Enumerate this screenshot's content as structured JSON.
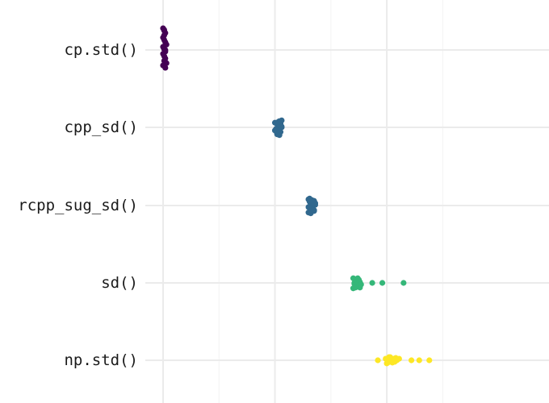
{
  "chart_data": {
    "type": "scatter",
    "categories": [
      "cp.std()",
      "cpp_sd()",
      "rcpp_sug_sd()",
      "sd()",
      "np.std()"
    ],
    "xlim": [
      0,
      3.45
    ],
    "grid": true,
    "legend": "none",
    "series": [
      {
        "category": "cp.std()",
        "color": "#440154",
        "x": [
          0.0,
          0.01,
          0.02,
          0.01,
          0.0,
          0.01,
          0.02,
          0.03,
          0.0,
          0.01,
          0.02,
          0.0,
          0.01,
          0.02,
          0.01,
          0.03,
          0.0,
          0.02,
          0.01,
          0.02
        ],
        "jitter": [
          -0.28,
          -0.25,
          -0.22,
          -0.19,
          -0.16,
          -0.13,
          -0.1,
          -0.07,
          -0.04,
          -0.01,
          0.02,
          0.05,
          0.08,
          0.11,
          0.14,
          0.17,
          0.2,
          0.23,
          -0.26,
          0.0
        ]
      },
      {
        "category": "cpp_sd()",
        "color": "#31688e",
        "x": [
          1.0,
          1.02,
          1.04,
          1.05,
          1.06,
          1.03,
          1.01,
          1.04,
          1.05,
          1.02,
          1.03,
          1.06,
          1.0,
          1.04,
          1.02,
          1.05,
          1.03,
          1.01,
          1.04,
          1.06
        ],
        "jitter": [
          -0.06,
          -0.04,
          -0.08,
          -0.02,
          0.0,
          0.03,
          0.05,
          0.07,
          -0.05,
          0.09,
          0.01,
          -0.09,
          0.04,
          -0.03,
          0.08,
          0.06,
          -0.07,
          0.02,
          0.1,
          -0.01
        ]
      },
      {
        "category": "rcpp_sug_sd()",
        "color": "#31688e",
        "x": [
          1.3,
          1.31,
          1.32,
          1.33,
          1.34,
          1.35,
          1.36,
          1.3,
          1.31,
          1.33,
          1.35,
          1.34,
          1.32,
          1.36,
          1.31,
          1.33,
          1.35,
          1.3,
          1.34,
          1.32
        ],
        "jitter": [
          -0.08,
          -0.05,
          -0.02,
          0.01,
          0.04,
          0.07,
          -0.03,
          0.09,
          -0.09,
          0.05,
          -0.06,
          0.0,
          0.08,
          -0.01,
          0.03,
          -0.07,
          0.06,
          0.02,
          -0.04,
          0.1
        ]
      },
      {
        "category": "sd()",
        "color": "#35b779",
        "x": [
          1.7,
          1.72,
          1.74,
          1.76,
          1.71,
          1.73,
          1.75,
          1.7,
          1.72,
          1.74,
          1.76,
          1.71,
          1.73,
          1.75,
          1.72,
          1.74,
          1.77,
          1.87,
          1.96,
          2.15
        ],
        "jitter": [
          -0.06,
          0.04,
          -0.02,
          0.06,
          0.01,
          -0.05,
          0.03,
          0.07,
          -0.03,
          0.05,
          -0.01,
          0.0,
          0.02,
          -0.04,
          0.06,
          -0.06,
          0.02,
          0.0,
          0.0,
          0.0
        ]
      },
      {
        "category": "np.std()",
        "color": "#fde725",
        "x": [
          1.92,
          1.99,
          2.02,
          2.04,
          2.06,
          2.0,
          2.03,
          2.05,
          2.09,
          2.11,
          2.07,
          2.01,
          2.04,
          2.08,
          2.22,
          2.29,
          2.38,
          2.01,
          2.06,
          2.03
        ],
        "jitter": [
          0.0,
          -0.02,
          -0.04,
          0.02,
          0.0,
          0.04,
          -0.03,
          0.03,
          0.0,
          -0.02,
          0.02,
          -0.01,
          0.01,
          -0.03,
          0.0,
          0.0,
          0.0,
          0.03,
          -0.02,
          -0.04
        ]
      }
    ]
  }
}
